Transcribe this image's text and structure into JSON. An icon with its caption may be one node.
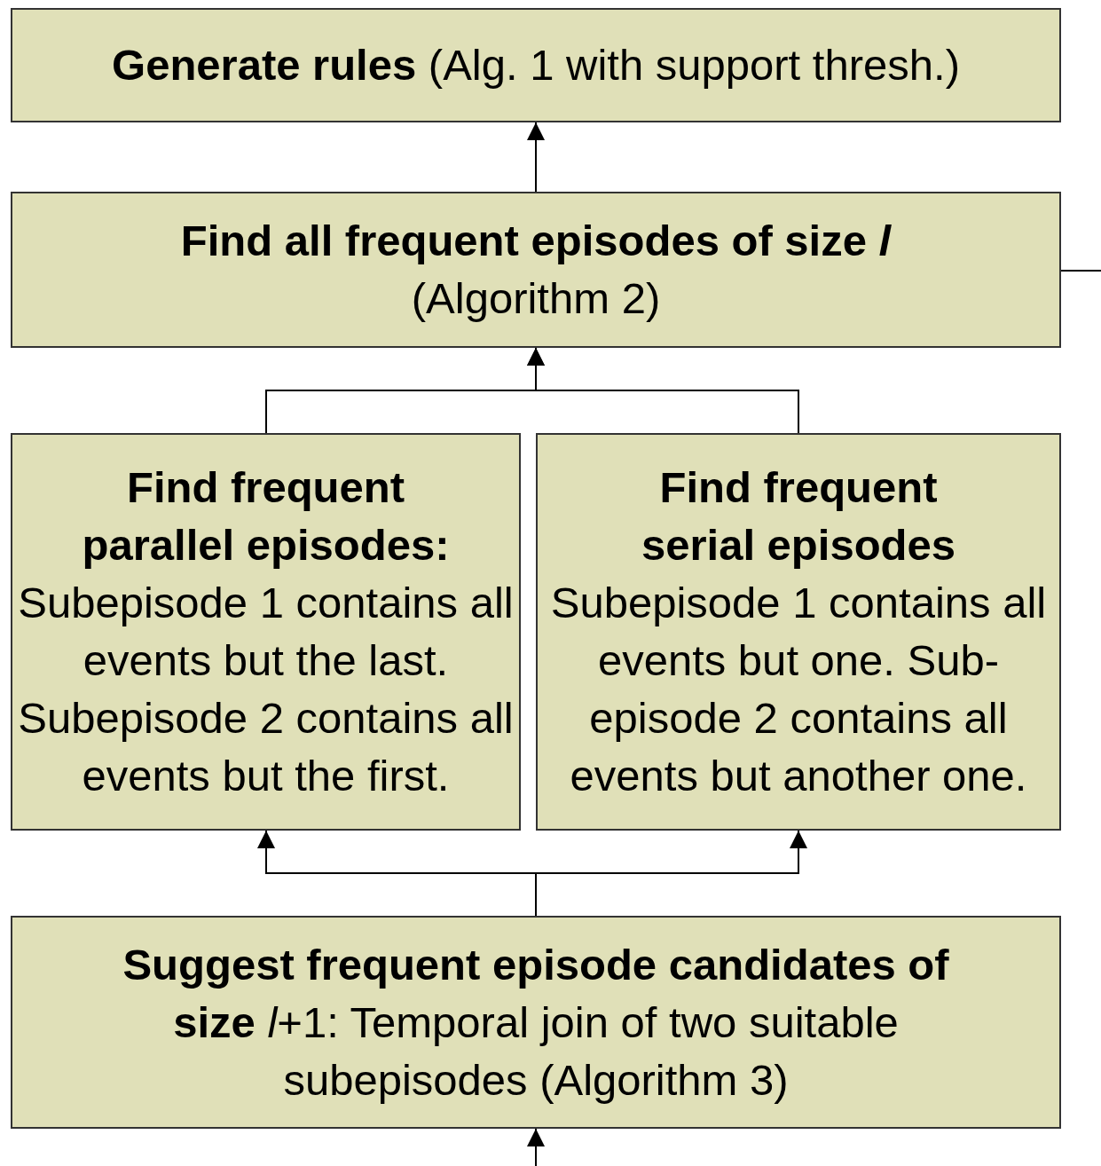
{
  "diagram": {
    "nodes": [
      {
        "text": [
          "**Generate rules** (Alg. 1 with support thresh.)"
        ]
      },
      {
        "text": [
          "Find all frequent episodes of size *l*",
          "(Algorithm 2)"
        ]
      },
      {
        "text": [
          "Find frequent parallel episodes:",
          "Subepisode 1 contains all events but the last. Subepisode 2 contains all events but the first."
        ]
      },
      {
        "text": [
          "Find frequent serial episodes",
          "Subepisode 1 contains all events but one. Sub-episode 2 contains all events but another one."
        ]
      },
      {
        "text": [
          "**Suggest frequent episode candidates of size** *l*+1: Temporal join of two suitable subepisodes (Algorithm 3)"
        ]
      }
    ],
    "edges": [
      {
        "from": 1,
        "to": 0,
        "arrow": "to"
      },
      {
        "from": 2,
        "to": 1,
        "arrow": "to"
      },
      {
        "from": 3,
        "to": 1,
        "arrow": "to"
      },
      {
        "from": 4,
        "to": 2,
        "arrow": "to"
      },
      {
        "from": 4,
        "to": 3,
        "arrow": "to"
      },
      {
        "from": 1,
        "to": null,
        "arrow": "none"
      },
      {
        "from": null,
        "to": 4,
        "arrow": "to"
      }
    ]
  }
}
